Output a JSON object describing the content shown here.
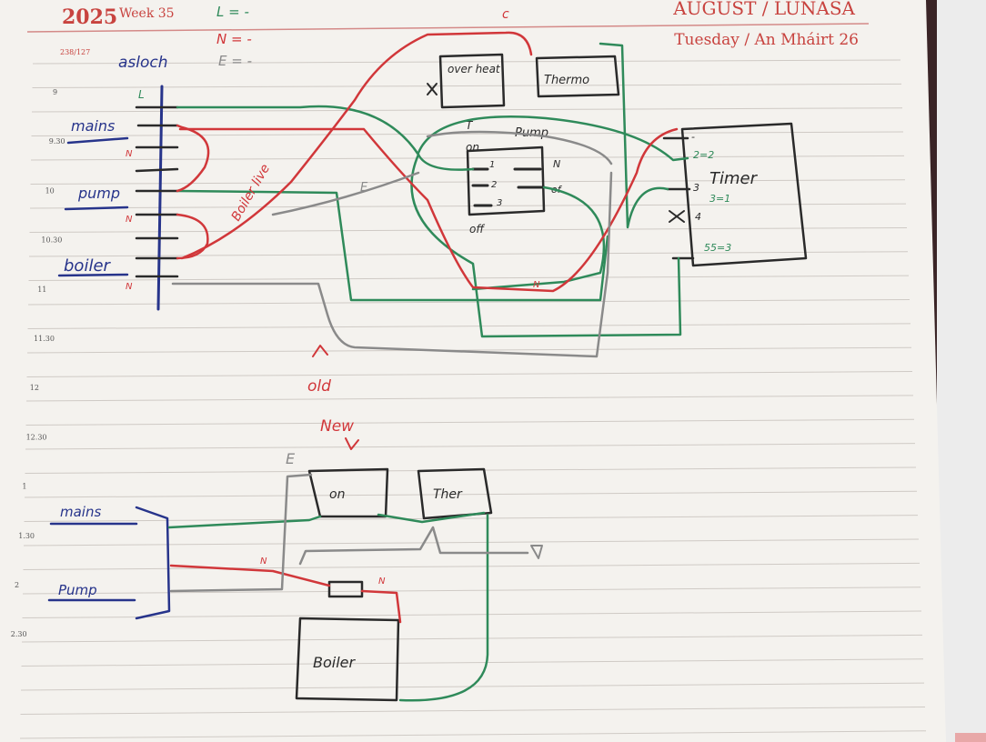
{
  "header": {
    "year": "2025",
    "week": "Week 35",
    "month": "AUGUST / LUNASA",
    "day": "Tuesday / An Mháirt 26",
    "day_code": "238/127",
    "accent_color": "#c8433f"
  },
  "time_labels": [
    "9",
    "9.30",
    "10",
    "10.30",
    "11",
    "11.30",
    "12",
    "12.30",
    "1",
    "1.30",
    "2",
    "2.30"
  ],
  "legend": {
    "live": "L = -",
    "neutral": "N = -",
    "earth": "E = -"
  },
  "wire_colors": {
    "live_red": "#d1373a",
    "neutral_green": "#2f8a5a",
    "earth_grey": "#8a8a8a",
    "ink_black": "#2a2a2a",
    "ink_blue": "#27348b"
  },
  "old_diagram": {
    "block_label": "asloch",
    "l_mark": "L",
    "n_marks": [
      "N",
      "N",
      "N"
    ],
    "terminal_labels": [
      "mains",
      "pump",
      "boiler"
    ],
    "boiler_live_label": "Boiler live",
    "overheat": "over heat",
    "thermo": "Thermo",
    "c_mark": "c",
    "pump_label": "Pump",
    "switch_marks": {
      "top_mark": "T",
      "on": "on",
      "off": "off",
      "n_mark": "N",
      "of": "of",
      "one": "1",
      "two": "2",
      "three": "3"
    },
    "e_mark": "E",
    "timer": {
      "title": "Timer",
      "t1": "2=2",
      "t2": "3=1",
      "t3": "4",
      "t4": "55=3",
      "dash": "-",
      "three": "3"
    },
    "old_label": "old"
  },
  "new_diagram": {
    "new_label": "New",
    "e_mark": "E",
    "mains": "mains",
    "pump": "Pump",
    "on_box": "on",
    "ther_box": "Ther",
    "boiler_box": "Boiler",
    "n_marks": [
      "N",
      "N"
    ]
  }
}
